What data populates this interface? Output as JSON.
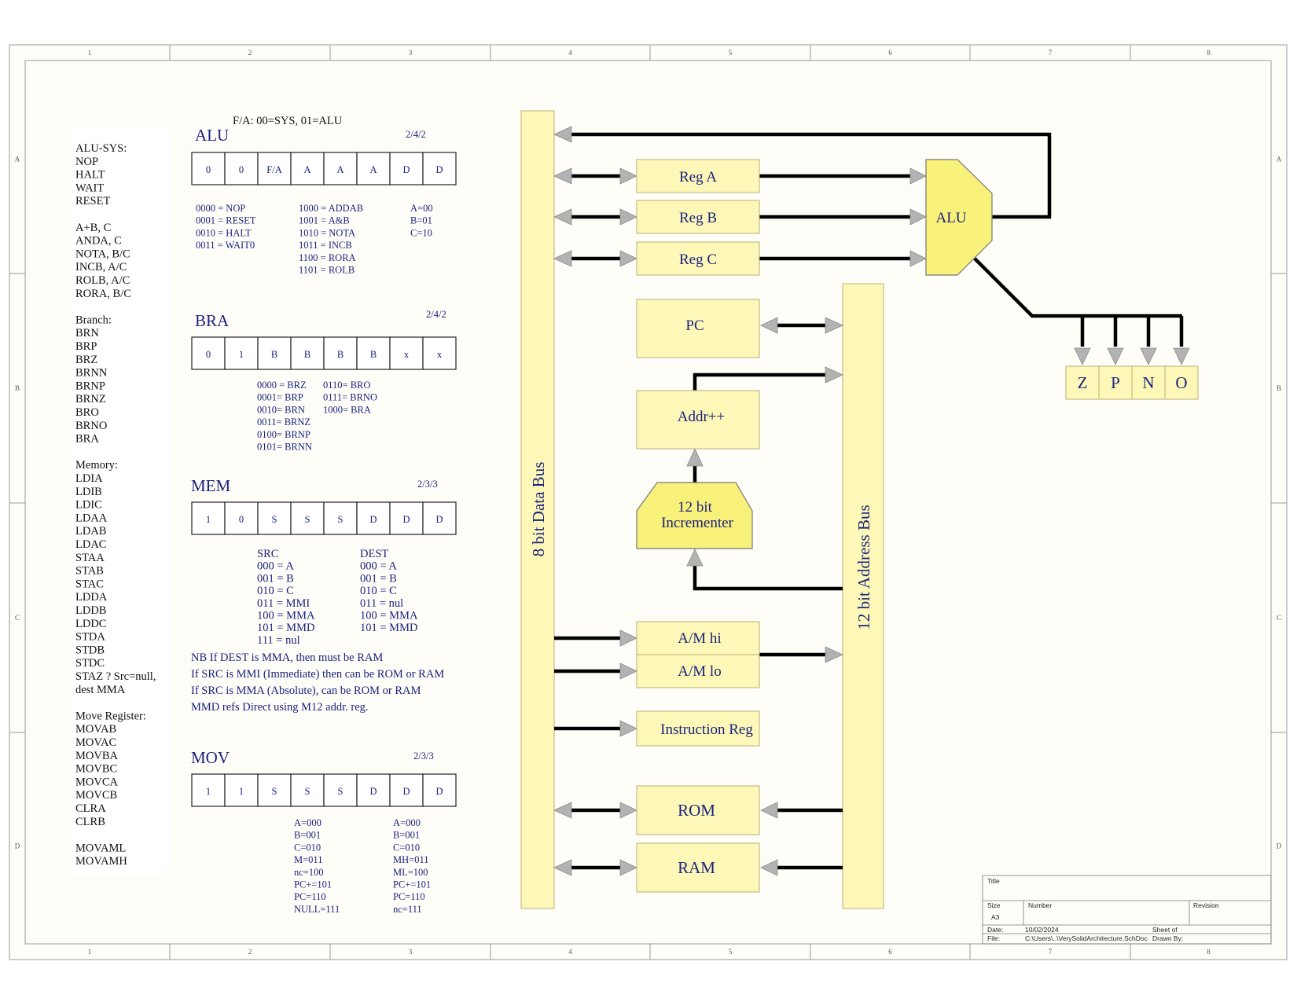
{
  "ruler": {
    "cols": [
      "1",
      "2",
      "3",
      "4",
      "5",
      "6",
      "7",
      "8"
    ],
    "rows": [
      "A",
      "B",
      "C",
      "D"
    ]
  },
  "instruction_list": [
    "ALU-SYS:",
    "NOP",
    "HALT",
    "WAIT",
    "RESET",
    "",
    "A+B, C",
    "ANDA, C",
    "NOTA, B/C",
    "INCB, A/C",
    "ROLB, A/C",
    "RORA, B/C",
    "",
    "Branch:",
    "BRN",
    "BRP",
    "BRZ",
    "BRNN",
    "BRNP",
    "BRNZ",
    "BRO",
    "BRNO",
    "BRA",
    "",
    "Memory:",
    "LDIA",
    "LDIB",
    "LDIC",
    "LDAA",
    "LDAB",
    "LDAC",
    "STAA",
    "STAB",
    "STAC",
    "LDDA",
    "LDDB",
    "LDDC",
    "STDA",
    "STDB",
    "STDC",
    "STAZ ? Src=null,",
    "dest MMA",
    "",
    "Move Register:",
    "MOVAB",
    "MOVAC",
    "MOVBA",
    "MOVBC",
    "MOVCA",
    "MOVCB",
    "CLRA",
    "CLRB",
    "",
    "MOVAML",
    "MOVAMH"
  ],
  "fa_note": "F/A: 00=SYS, 01=ALU",
  "alu": {
    "title": "ALU",
    "split": "2/4/2",
    "bits": [
      "0",
      "0",
      "F/A",
      "A",
      "A",
      "A",
      "D",
      "D"
    ],
    "col1": [
      "0000 = NOP",
      "0001 = RESET",
      "0010 = HALT",
      "0011 = WAIT0"
    ],
    "col2": [
      "1000 = ADDAB",
      "1001 = A&B",
      "1010 = NOTA",
      "1011 = INCB",
      "1100 = RORA",
      "1101 = ROLB"
    ],
    "col3": [
      "A=00",
      "B=01",
      "C=10"
    ]
  },
  "bra": {
    "title": "BRA",
    "split": "2/4/2",
    "bits": [
      "0",
      "1",
      "B",
      "B",
      "B",
      "B",
      "x",
      "x"
    ],
    "col1": [
      "0000 = BRZ",
      "0001= BRP",
      "0010= BRN",
      "0011= BRNZ",
      "0100= BRNP",
      "0101= BRNN"
    ],
    "col2": [
      "0110= BRO",
      "0111= BRNO",
      "1000= BRA"
    ]
  },
  "mem": {
    "title": "MEM",
    "split": "2/3/3",
    "bits": [
      "1",
      "0",
      "S",
      "S",
      "S",
      "D",
      "D",
      "D"
    ],
    "src": [
      "SRC",
      "000 = A",
      "001 = B",
      "010 = C",
      "011 = MMI",
      "100 = MMA",
      "101 = MMD",
      "111 = nul"
    ],
    "dest": [
      "DEST",
      "000 = A",
      "001 = B",
      "010 = C",
      "011 = nul",
      "100 = MMA",
      "101 = MMD"
    ],
    "notes": [
      "NB If DEST is MMA, then must be RAM",
      "If SRC is MMI (Immediate) then can be ROM or RAM",
      "If SRC is MMA (Absolute), can be ROM or RAM",
      "MMD refs Direct using M12 addr. reg."
    ]
  },
  "mov": {
    "title": "MOV",
    "split": "2/3/3",
    "bits": [
      "1",
      "1",
      "S",
      "S",
      "S",
      "D",
      "D",
      "D"
    ],
    "col1": [
      "A=000",
      "B=001",
      "C=010",
      "M=011",
      "nc=100",
      "PC+=101",
      "PC=110",
      "NULL=111"
    ],
    "col2": [
      "A=000",
      "B=001",
      "C=010",
      "MH=011",
      "ML=100",
      "PC+=101",
      "PC=110",
      "nc=111"
    ]
  },
  "blocks": {
    "data_bus": "8 bit Data Bus",
    "addr_bus": "12 bit Address Bus",
    "reg_a": "Reg A",
    "reg_b": "Reg B",
    "reg_c": "Reg C",
    "alu": "ALU",
    "pc": "PC",
    "addr_inc": "Addr++",
    "incrementer_1": "12 bit",
    "incrementer_2": "Incrementer",
    "am_hi": "A/M hi",
    "am_lo": "A/M lo",
    "instr_reg": "Instruction Reg",
    "rom": "ROM",
    "ram": "RAM",
    "flags": [
      "Z",
      "P",
      "N",
      "O"
    ]
  },
  "title_block": {
    "title_label": "Title",
    "size_label": "Size",
    "size_value": "A3",
    "number_label": "Number",
    "revision_label": "Revision",
    "date_label": "Date:",
    "date_value": "10/02/2024",
    "sheet_label": "Sheet    of",
    "file_label": "File:",
    "file_value": "C:\\Users\\..\\VerySolidArchitecture.SchDoc",
    "drawn_label": "Drawn By:"
  },
  "colors": {
    "box_fill": "#fdf8b7",
    "bus_fill": "#fdf8b7",
    "alu_fill": "#f8f17a",
    "text_blue": "#1a237e"
  }
}
